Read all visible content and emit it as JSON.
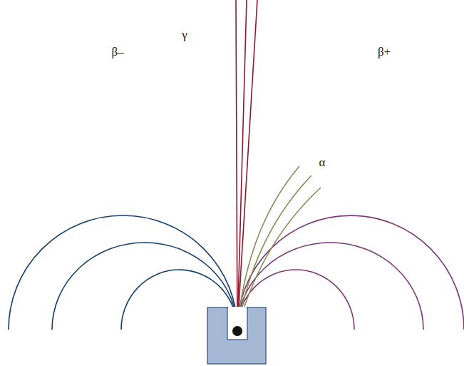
{
  "diagram": {
    "labels": [
      "γ",
      "α",
      "β–",
      "β+"
    ]
  }
}
